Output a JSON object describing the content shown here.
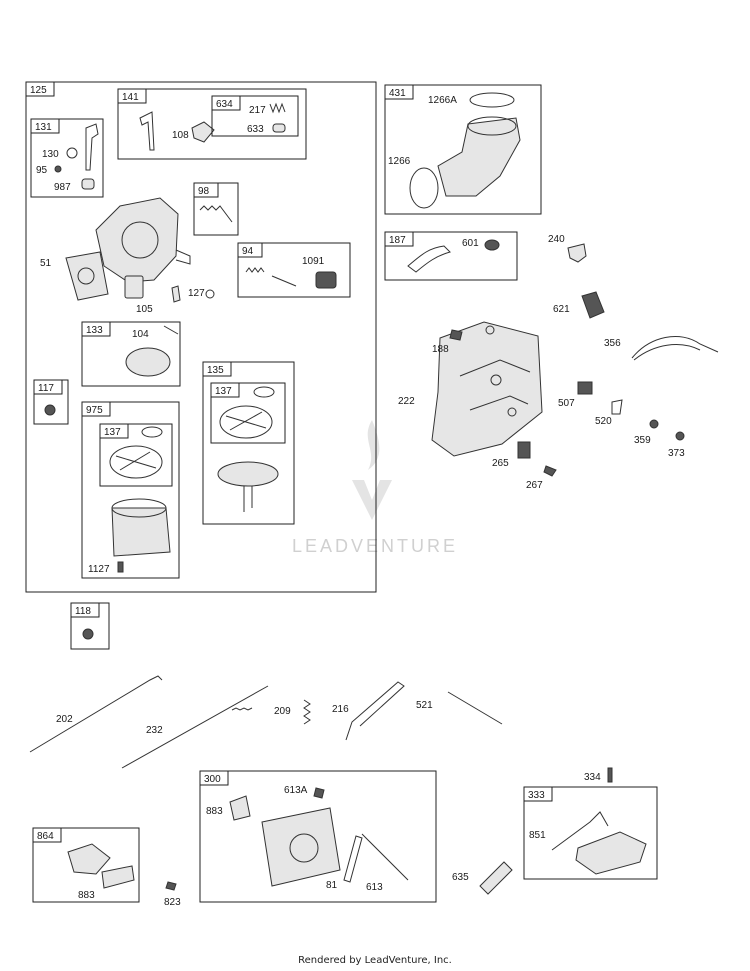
{
  "watermark": "LEADVENTURE",
  "footer": "Rendered by LeadVenture, Inc.",
  "groups": {
    "g125": "125",
    "g141": "141",
    "g634": "634",
    "g131": "131",
    "g98": "98",
    "g94": "94",
    "g133": "133",
    "g117": "117",
    "g975": "975",
    "g137a": "137",
    "g135": "135",
    "g137b": "137",
    "g431": "431",
    "g187": "187",
    "g118": "118",
    "g300": "300",
    "g864": "864",
    "g333": "333"
  },
  "labels": {
    "p217": "217",
    "p633": "633",
    "p108": "108",
    "p130": "130",
    "p95": "95",
    "p987": "987",
    "p51": "51",
    "p105": "105",
    "p127": "127",
    "p1091": "1091",
    "p104": "104",
    "p1127": "1127",
    "p1266A": "1266A",
    "p1266": "1266",
    "p601": "601",
    "p240": "240",
    "p621": "621",
    "p188": "188",
    "p356": "356",
    "p222": "222",
    "p507": "507",
    "p520": "520",
    "p359": "359",
    "p373": "373",
    "p265": "265",
    "p267": "267",
    "p202": "202",
    "p232": "232",
    "p209": "209",
    "p216": "216",
    "p521": "521",
    "p613A": "613A",
    "p883a": "883",
    "p81": "81",
    "p613": "613",
    "p635": "635",
    "p334": "334",
    "p851": "851",
    "p883b": "883",
    "p823": "823"
  }
}
